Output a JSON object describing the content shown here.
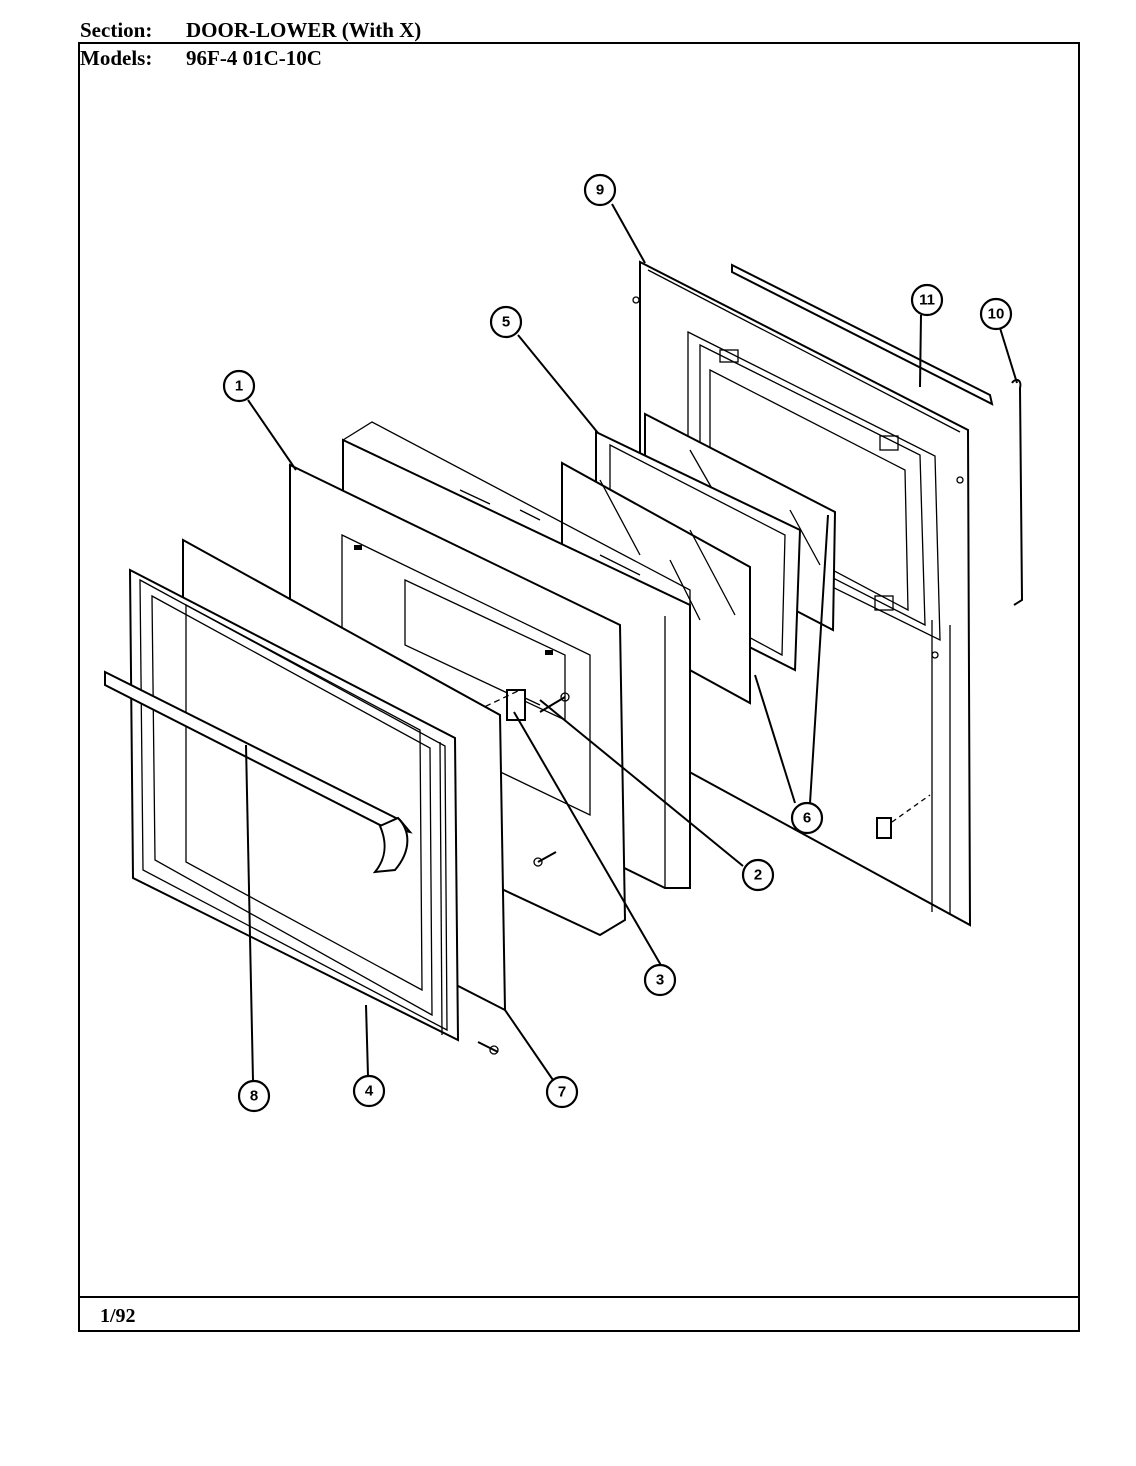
{
  "header": {
    "section_label": "Section:",
    "section_value": "DOOR-LOWER (With X)",
    "models_label": "Models:",
    "models_value": "96F-4 01C-10C"
  },
  "footer": {
    "date": "1/92"
  },
  "callouts": [
    {
      "id": "callout-1",
      "label": "1"
    },
    {
      "id": "callout-2",
      "label": "2"
    },
    {
      "id": "callout-3",
      "label": "3"
    },
    {
      "id": "callout-4",
      "label": "4"
    },
    {
      "id": "callout-5",
      "label": "5"
    },
    {
      "id": "callout-6",
      "label": "6"
    },
    {
      "id": "callout-7",
      "label": "7"
    },
    {
      "id": "callout-8",
      "label": "8"
    },
    {
      "id": "callout-9",
      "label": "9"
    },
    {
      "id": "callout-10",
      "label": "10"
    },
    {
      "id": "callout-11",
      "label": "11"
    }
  ]
}
